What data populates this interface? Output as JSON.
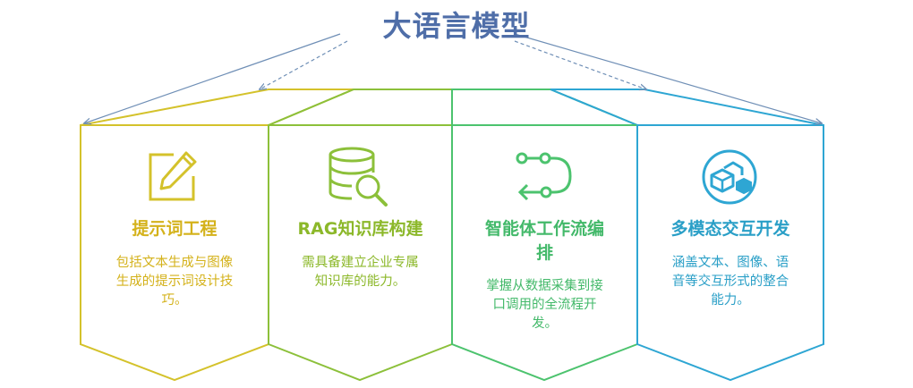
{
  "title": "大语言模型",
  "colors": {
    "title": "#4f6ea8",
    "card1": "#d4c22b",
    "card2": "#8cc03a",
    "card3": "#4cc36e",
    "card4": "#2ea6d3",
    "arrows": "#6f8fb6"
  },
  "cards": [
    {
      "icon": "pencil-edit-icon",
      "title": "提示词工程",
      "desc_lines": [
        "包括文本生成与图像",
        "生成的提示词设计技",
        "巧。"
      ]
    },
    {
      "icon": "database-search-icon",
      "title": "RAG知识库构建",
      "desc_lines": [
        "需具备建立企业专属",
        "知识库的能力。"
      ]
    },
    {
      "icon": "workflow-icon",
      "title_lines": [
        "智能体工作流编",
        "排"
      ],
      "desc_lines": [
        "掌握从数据采集到接",
        "口调用的全流程开",
        "发。"
      ]
    },
    {
      "icon": "multimodal-cubes-icon",
      "title": "多模态交互开发",
      "desc_lines": [
        "涵盖文本、图像、语",
        "音等交互形式的整合",
        "能力。"
      ]
    }
  ]
}
